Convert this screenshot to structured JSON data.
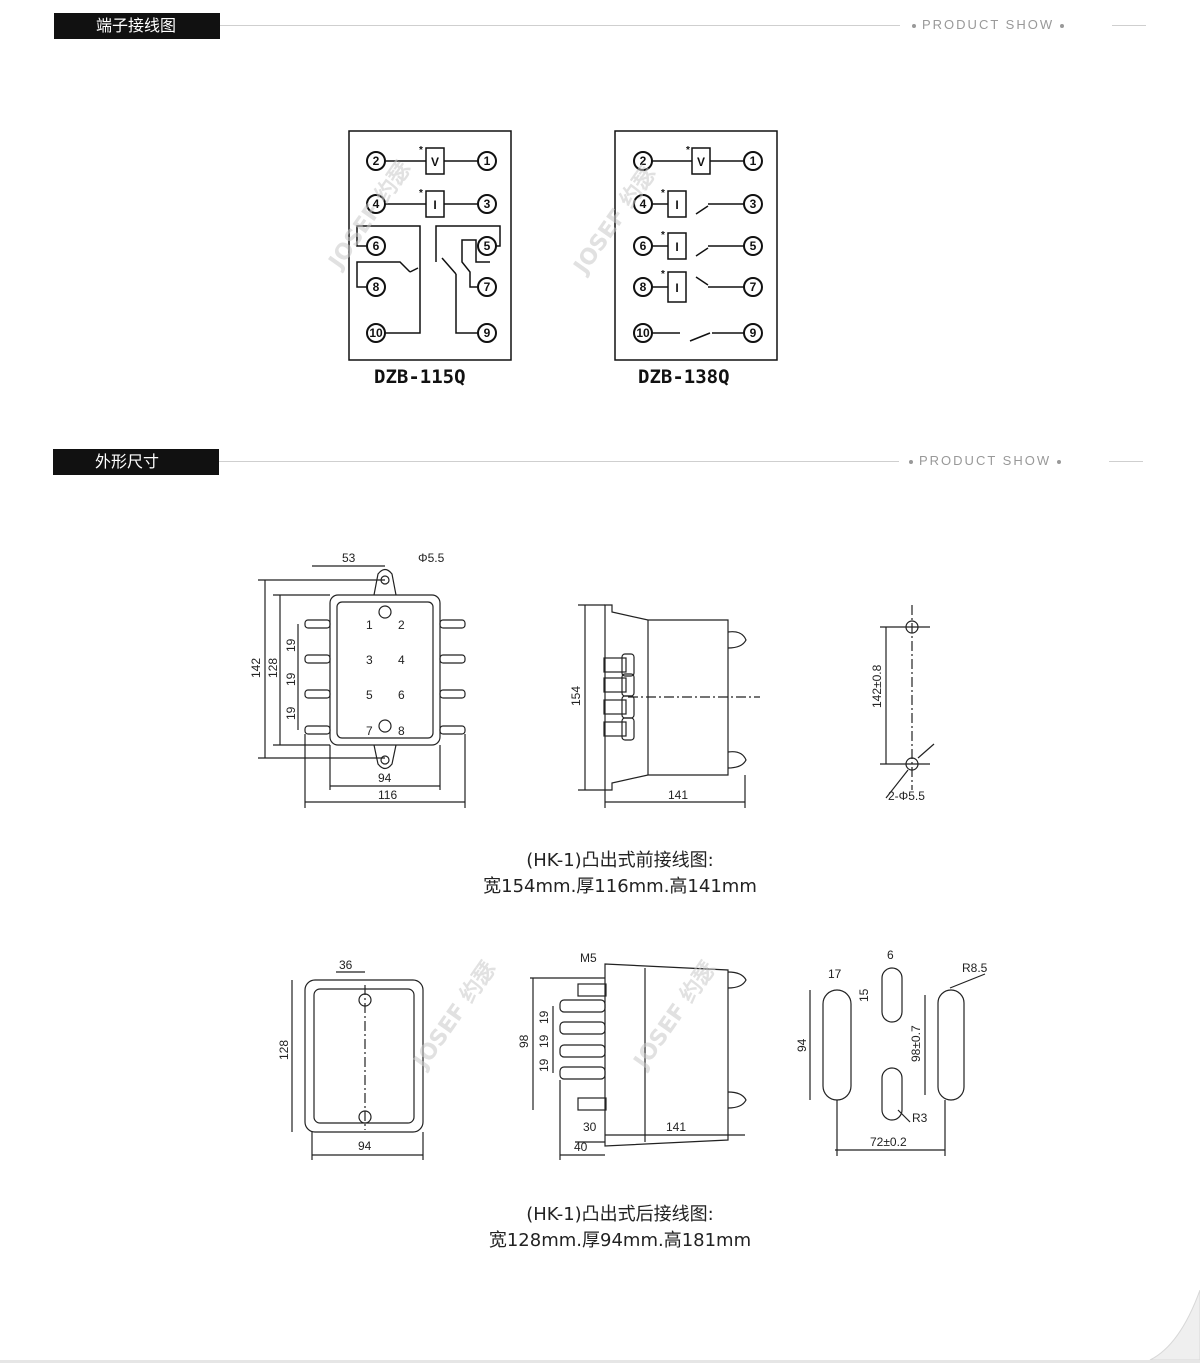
{
  "sections": [
    {
      "title": "端子接线图",
      "right": "PRODUCT SHOW"
    },
    {
      "title": "外形尺寸",
      "right": "PRODUCT SHOW"
    }
  ],
  "watermark": "JOSEF 约瑟",
  "wiring": [
    {
      "model": "DZB-115Q",
      "terminals": [
        "1",
        "2",
        "3",
        "4",
        "5",
        "6",
        "7",
        "8",
        "9",
        "10"
      ],
      "coils": [
        "V",
        "I"
      ]
    },
    {
      "model": "DZB-138Q",
      "terminals": [
        "1",
        "2",
        "3",
        "4",
        "5",
        "6",
        "7",
        "8",
        "9",
        "10"
      ],
      "coils": [
        "V",
        "I",
        "I",
        "I"
      ]
    }
  ],
  "front": {
    "dims": {
      "d53": "53",
      "phi": "Φ5.5",
      "d142": "142",
      "d128": "128",
      "d19": "19",
      "d94": "94",
      "d116": "116",
      "d154": "154",
      "d141": "141",
      "d142tol": "142±0.8",
      "holes": "2-Φ5.5"
    },
    "terminal_nums": [
      "1",
      "2",
      "3",
      "4",
      "5",
      "6",
      "7",
      "8"
    ],
    "caption_line1": "(HK-1)凸出式前接线图:",
    "caption_line2": "宽154mm.厚116mm.高141mm"
  },
  "rear": {
    "dims": {
      "d36": "36",
      "d128": "128",
      "d94": "94",
      "m5": "M5",
      "d98": "98",
      "d19": "19",
      "d30": "30",
      "d40": "40",
      "d141": "141",
      "d17": "17",
      "d6": "6",
      "d15": "15",
      "r85": "R8.5",
      "d94b": "94",
      "d98tol": "98±0.7",
      "r3": "R3",
      "d72": "72±0.2"
    },
    "caption_line1": "(HK-1)凸出式后接线图:",
    "caption_line2": "宽128mm.厚94mm.高181mm"
  }
}
